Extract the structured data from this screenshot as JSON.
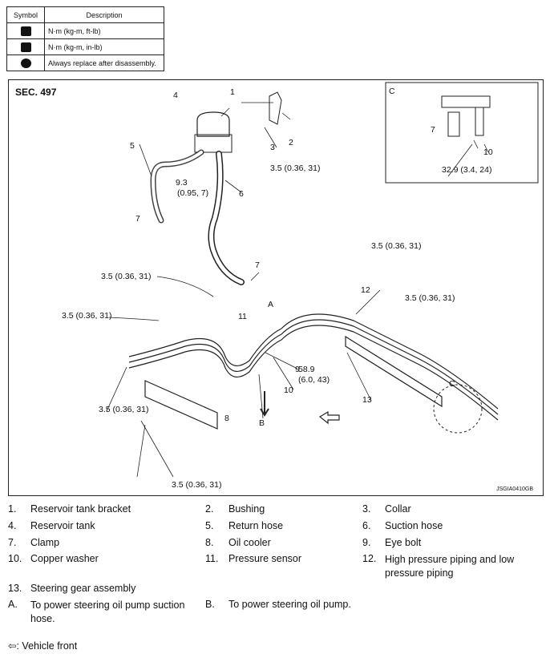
{
  "symbol_table": {
    "headers": [
      "Symbol",
      "Description"
    ],
    "rows": [
      {
        "icon": "torque-wrench-icon",
        "text": "N·m (kg-m, ft-lb)"
      },
      {
        "icon": "torque-wrench-icon",
        "text": "N·m (kg-m, in-lb)"
      },
      {
        "icon": "replace-x-icon",
        "text": "Always replace after disassembly."
      }
    ]
  },
  "figure": {
    "section": "SEC. 497",
    "image_code": "JSGIA0410GB",
    "inset_label": "C",
    "callouts": [
      "1",
      "2",
      "3",
      "4",
      "5",
      "6",
      "7",
      "7",
      "7",
      "8",
      "9",
      "10",
      "10",
      "11",
      "12",
      "13",
      "A",
      "B",
      "C"
    ],
    "torques": {
      "t_top": "3.5 (0.36, 31)",
      "t_hose": "9.3",
      "t_hose_b": "(0.95, 7)",
      "t_left1": "3.5 (0.36, 31)",
      "t_left2": "3.5 (0.36, 31)",
      "t_right1": "3.5 (0.36, 31)",
      "t_right2": "3.5 (0.36, 31)",
      "t_bl": "3.5 (0.36, 31)",
      "t_bottom": "3.5 (0.36, 31)",
      "t_eye": "58.9",
      "t_eye_b": "(6.0, 43)",
      "t_inset": "32.9 (3.4, 24)"
    }
  },
  "legend": [
    {
      "num": "1.",
      "text": "Reservoir tank bracket"
    },
    {
      "num": "2.",
      "text": "Bushing"
    },
    {
      "num": "3.",
      "text": "Collar"
    },
    {
      "num": "4.",
      "text": "Reservoir tank"
    },
    {
      "num": "5.",
      "text": "Return hose"
    },
    {
      "num": "6.",
      "text": "Suction hose"
    },
    {
      "num": "7.",
      "text": "Clamp"
    },
    {
      "num": "8.",
      "text": "Oil cooler"
    },
    {
      "num": "9.",
      "text": "Eye bolt"
    },
    {
      "num": "10.",
      "text": "Copper washer"
    },
    {
      "num": "11.",
      "text": "Pressure sensor"
    },
    {
      "num": "12.",
      "text": "High pressure piping and low pressure piping"
    },
    {
      "num": "13.",
      "text": "Steering gear assembly"
    },
    {
      "num": "A.",
      "text": "To power steering oil pump suction hose."
    },
    {
      "num": "B.",
      "text": "To power steering oil pump."
    }
  ],
  "front_note": ": Vehicle front"
}
